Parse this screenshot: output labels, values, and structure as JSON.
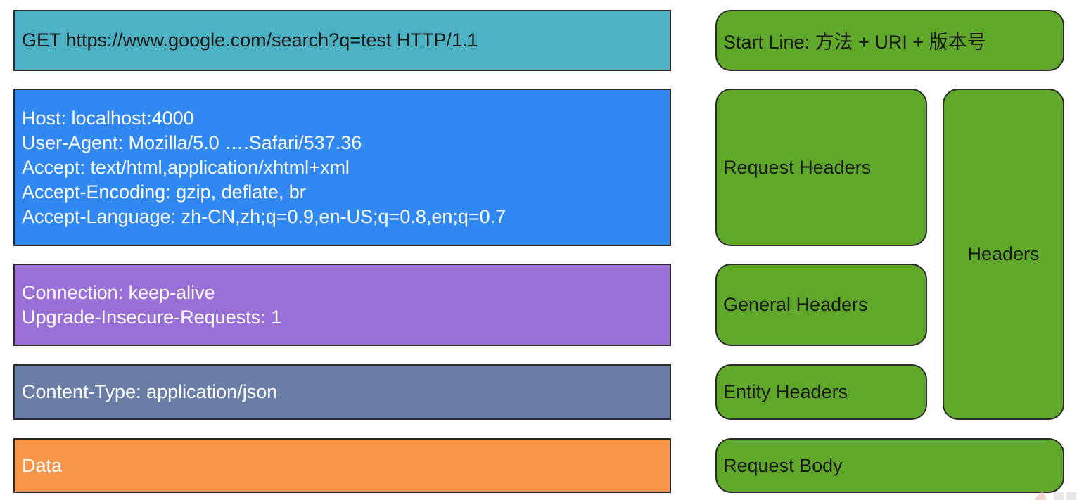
{
  "colors": {
    "start_line": "#4db3c4",
    "request_headers": "#3188f0",
    "general_headers": "#9a70d6",
    "entity_headers": "#6a7da6",
    "body": "#f7964a",
    "label_fill": "#5fa829",
    "border": "#2b2b2b"
  },
  "request": {
    "start_line": "GET https://www.google.com/search?q=test HTTP/1.1",
    "request_headers": [
      "Host: localhost:4000",
      "User-Agent: Mozilla/5.0 ….Safari/537.36",
      "Accept: text/html,application/xhtml+xml",
      "Accept-Encoding: gzip, deflate, br",
      "Accept-Language: zh-CN,zh;q=0.9,en-US;q=0.8,en;q=0.7"
    ],
    "general_headers": [
      "Connection: keep-alive",
      "Upgrade-Insecure-Requests: 1"
    ],
    "entity_headers": [
      "Content-Type: application/json"
    ],
    "body": "Data"
  },
  "labels": {
    "start_line": "Start Line: 方法 + URI + 版本号",
    "request_headers": "Request Headers",
    "general_headers": "General Headers",
    "entity_headers": "Entity Headers",
    "headers": "Headers",
    "request_body": "Request Body"
  }
}
